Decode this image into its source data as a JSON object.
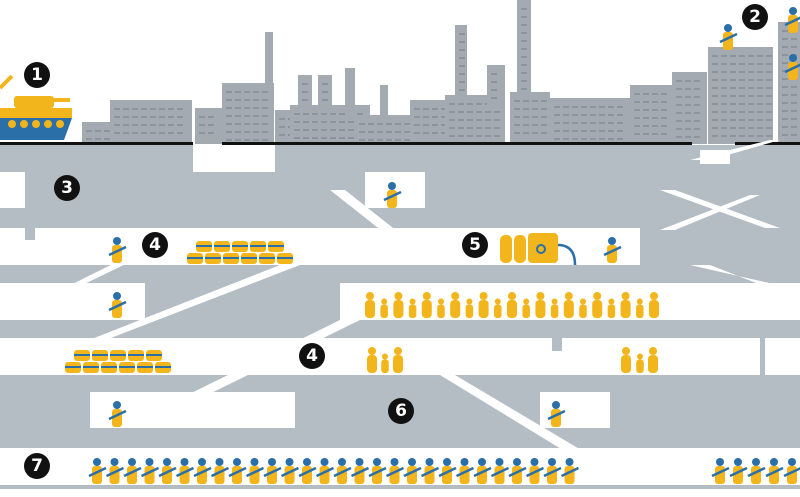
{
  "colors": {
    "ground": "#b4bcc4",
    "tunnel": "#ffffff",
    "yellow": "#f2b51b",
    "blue": "#2b6fa8",
    "building": "#a3aab2",
    "building_dark": "#8d949c",
    "marker": "#111111"
  },
  "markers": [
    {
      "label": "1",
      "meaning": "tank-on-surface"
    },
    {
      "label": "2",
      "meaning": "snipers-on-rooftops"
    },
    {
      "label": "3",
      "meaning": "tunnel-network"
    },
    {
      "label": "4",
      "meaning": "ammunition-storage"
    },
    {
      "label": "5",
      "meaning": "generator-and-fuel"
    },
    {
      "label": "4",
      "meaning": "ammunition-storage-lower"
    },
    {
      "label": "6",
      "meaning": "deep-passages"
    },
    {
      "label": "7",
      "meaning": "troop-gallery"
    }
  ]
}
